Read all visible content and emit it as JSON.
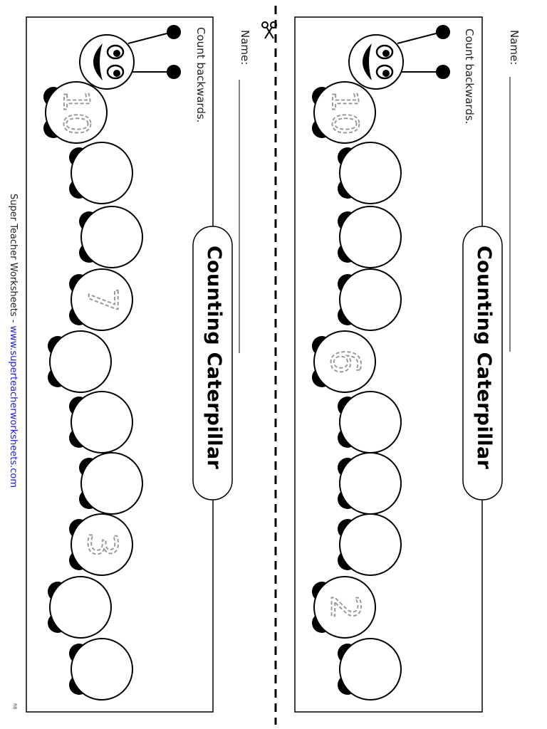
{
  "worksheet": {
    "title": "Counting Caterpillar",
    "name_label": "Name:",
    "instructions": "Count backwards.",
    "footer_prefix": "Super Teacher Worksheets  - ",
    "footer_link": "www.superteacherworksheets.com",
    "corner_code": "RB"
  },
  "strips": [
    {
      "segments": [
        "10",
        "",
        "",
        "",
        "6",
        "",
        "",
        "",
        "2",
        ""
      ]
    },
    {
      "segments": [
        "10",
        "",
        "",
        "7",
        "",
        "",
        "",
        "3",
        "",
        ""
      ]
    }
  ],
  "colors": {
    "outline": "#000000",
    "trace_digit": "#9a9a9a",
    "link": "#1a1aee"
  },
  "icons": [
    "scissors-icon",
    "caterpillar-face-icon"
  ]
}
